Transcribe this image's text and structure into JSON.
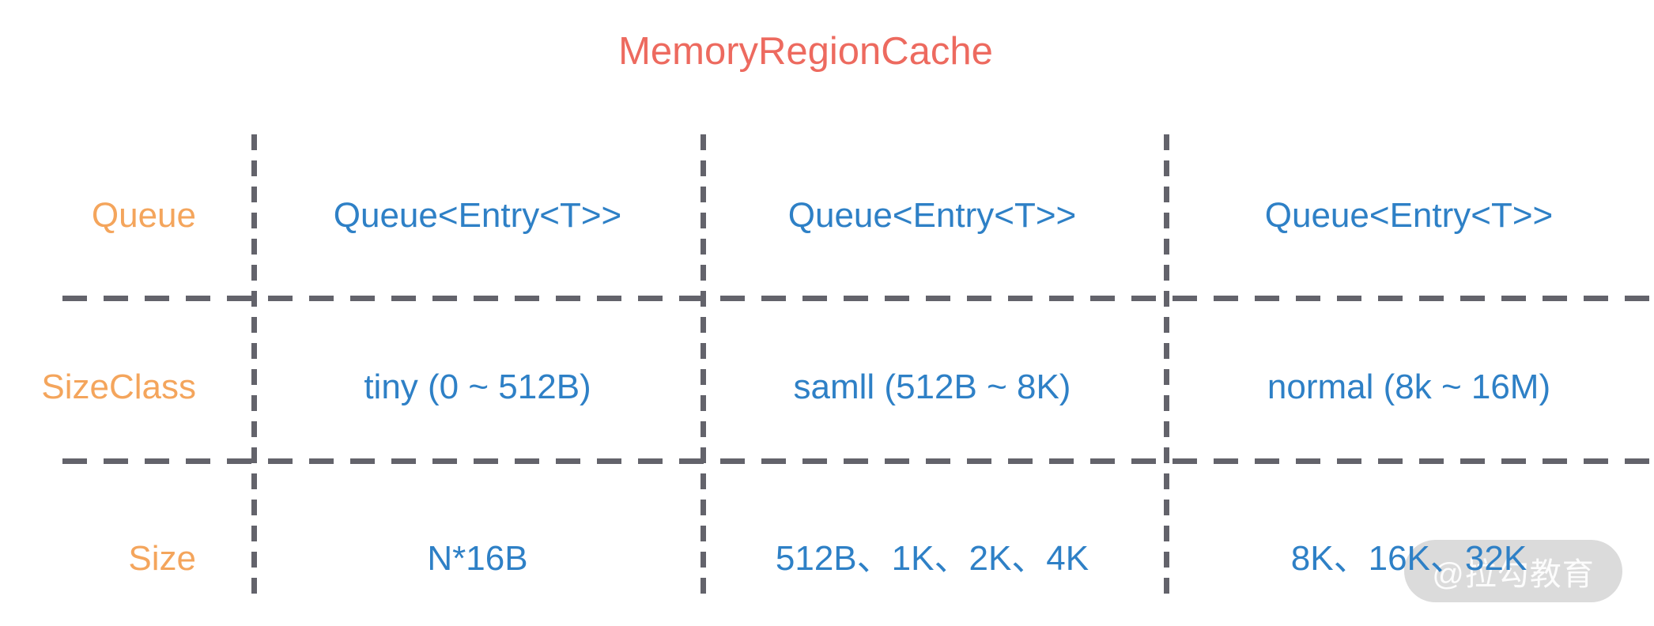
{
  "title": "MemoryRegionCache",
  "table": {
    "rows": [
      {
        "label": "Queue",
        "cells": [
          "Queue<Entry<T>>",
          "Queue<Entry<T>>",
          "Queue<Entry<T>>"
        ]
      },
      {
        "label": "SizeClass",
        "cells": [
          "tiny (0 ~ 512B)",
          "samll (512B ~ 8K)",
          "normal (8k ~ 16M)"
        ]
      },
      {
        "label": "Size",
        "cells": [
          "N*16B",
          "512B、1K、2K、4K",
          "8K、16K、32K"
        ]
      }
    ]
  },
  "watermark": {
    "text": "@拉勾教育"
  },
  "colors": {
    "title": "#ED6A5F",
    "row_label": "#F4A55C",
    "cell_text": "#2E80C6",
    "dashed_line": "#63636B",
    "watermark_bg": "#DBDBDB",
    "watermark_text": "#FFFFFF",
    "background": "#FFFFFF"
  }
}
